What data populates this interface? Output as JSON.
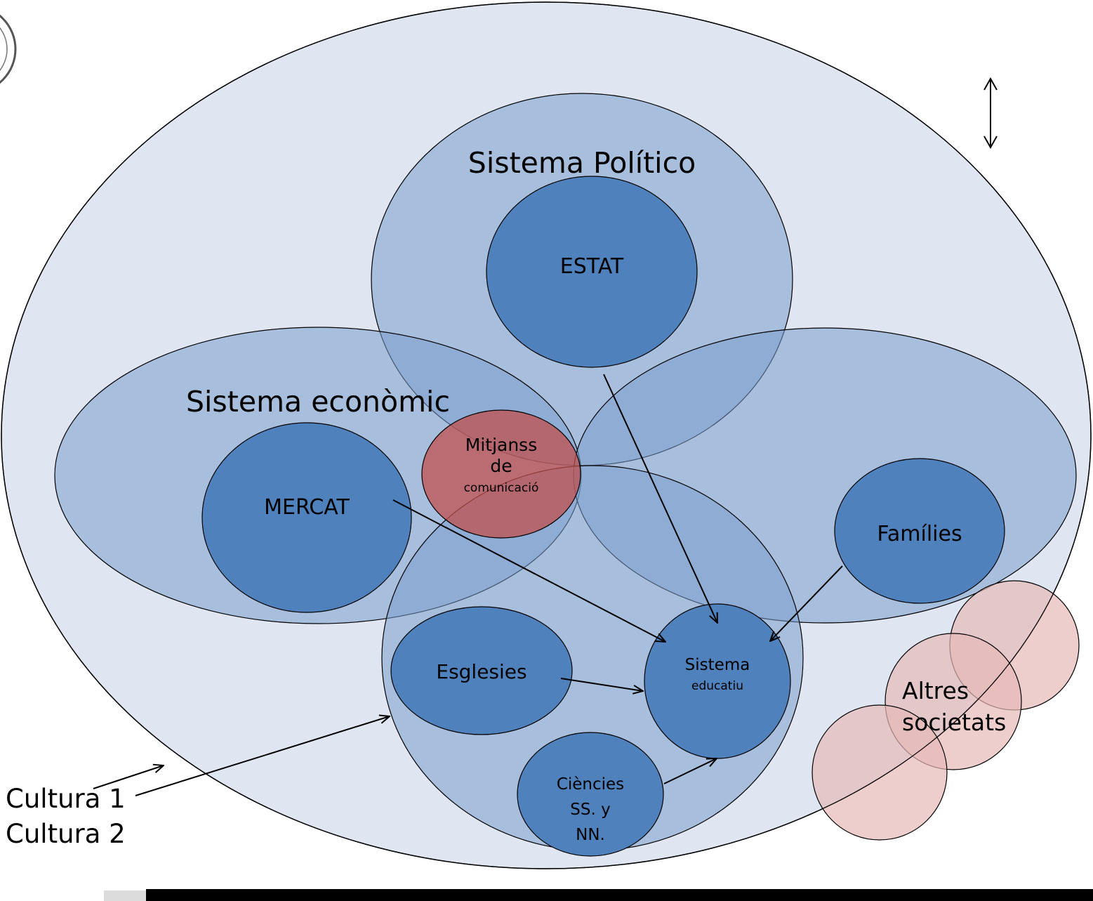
{
  "diagram": {
    "labels": {
      "sistema_politico": "Sistema Político",
      "estat": "ESTAT",
      "sistema_economic": "Sistema econòmic",
      "mitjans_line1": "Mitjanss",
      "mitjans_line2": "de",
      "mitjans_line3": "comunicació",
      "mercat": "MERCAT",
      "families": "Famílies",
      "sistema_educatiu_line1": "Sistema",
      "sistema_educatiu_line2": "educatiu",
      "esglesies": "Esglesies",
      "ciencies_line1": "Ciències",
      "ciencies_line2": "SS. y",
      "ciencies_line3": "NN.",
      "altres_line1": "Altres",
      "altres_line2": "societats",
      "cultura1": "Cultura 1",
      "cultura2": "Cultura 2"
    },
    "colors": {
      "outer_fill": "#dfe6f2",
      "system_fill": "#7a9ccc",
      "institution_fill": "#4f81bd",
      "media_fill": "#c0504d",
      "other_societies_fill": "#e6b9b8",
      "stroke": "#000000"
    }
  }
}
